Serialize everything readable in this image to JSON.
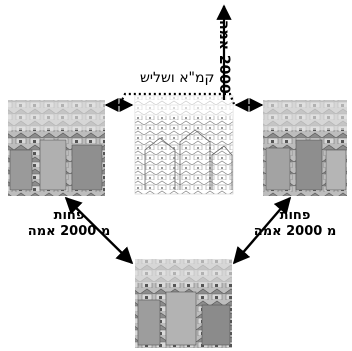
{
  "diagram": {
    "top_distance_label": "2000 אמה",
    "dotted_label": "קמ\"א ושליש",
    "left_label_line1": "פחות",
    "left_label_line2": "מ 2000 אמה",
    "right_label_line1": "פחות",
    "right_label_line2": "מ 2000 אמה",
    "colors": {
      "ink": "#000000",
      "town_light": "#c8c8c8",
      "town_dark": "#7a7a7a",
      "sketch_bg": "#ffffff"
    }
  }
}
